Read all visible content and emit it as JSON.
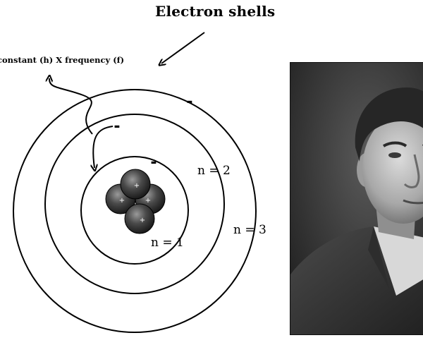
{
  "diagram": {
    "title": "Electron shells",
    "formula_label": "'s constant (h) X frequency (f)",
    "shell_labels": [
      "n = 1",
      "n = 2",
      "n = 3"
    ],
    "electron_sign": "-",
    "proton_sign": "+"
  }
}
